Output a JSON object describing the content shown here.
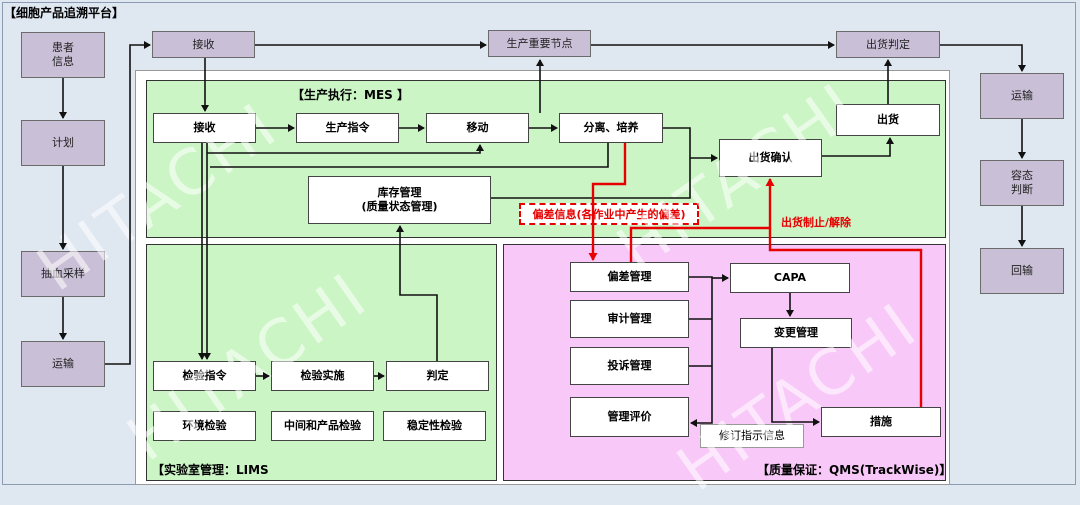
{
  "platform_title": "【细胞产品追溯平台】",
  "left_column": [
    "患者\n信息",
    "计划",
    "抽血采样",
    "运输"
  ],
  "top_row": {
    "receive": "接收",
    "key_nodes": "生产重要节点",
    "shipping_decision": "出货判定"
  },
  "right_column": {
    "transport": "运输",
    "container_judgment": "容态\n判断",
    "recovery": "回输"
  },
  "mes": {
    "title": "【生产执行：MES 】",
    "receive": "接收",
    "production_order": "生产指令",
    "move": "移动",
    "separation_culture": "分离、培养",
    "inventory": "库存管理\n(质量状态管理)",
    "shipping_confirm": "出货确认",
    "shipping": "出货"
  },
  "lims": {
    "title": "【实验室管理：LIMS",
    "inspection_order": "检验指令",
    "inspection_exec": "检验实施",
    "judgment": "判定",
    "env_test": "环境检验",
    "intermediate_test": "中间和产品检验",
    "stability_test": "稳定性检验"
  },
  "qms": {
    "title": "【质量保证：QMS(TrackWise)】",
    "deviation_mgmt": "偏差管理",
    "audit_mgmt": "审计管理",
    "complaint_mgmt": "投诉管理",
    "mgmt_review": "管理评价",
    "capa": "CAPA",
    "change_mgmt": "变更管理",
    "measures": "措施",
    "revision_info": "修订指示信息"
  },
  "deviation_info": "偏差信息(各作业中产生的偏差)",
  "shipping_hold": "出货制止/解除",
  "watermark": "HITACHI",
  "colors": {
    "green": "#ccf5c6",
    "pink": "#f8c9f8",
    "purple_box": "#c9bfd6",
    "red": "#e60000",
    "bg": "#dfe7f1"
  }
}
